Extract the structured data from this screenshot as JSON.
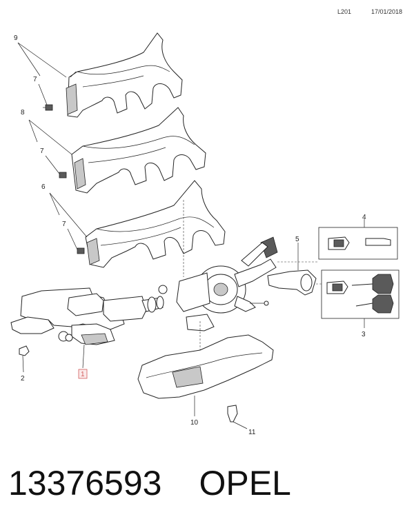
{
  "header": {
    "code": "L201",
    "date": "17/01/2018"
  },
  "callouts": {
    "c1": "1",
    "c2": "2",
    "c3": "3",
    "c4": "4",
    "c5": "5",
    "c6": "6",
    "c7a": "7",
    "c7b": "7",
    "c7c": "7",
    "c8": "8",
    "c9": "9",
    "c10": "10",
    "c11": "11"
  },
  "footer": {
    "part_number": "13376593",
    "brand": "OPEL"
  },
  "colors": {
    "highlight": "#d25a5a",
    "line": "#222222"
  }
}
